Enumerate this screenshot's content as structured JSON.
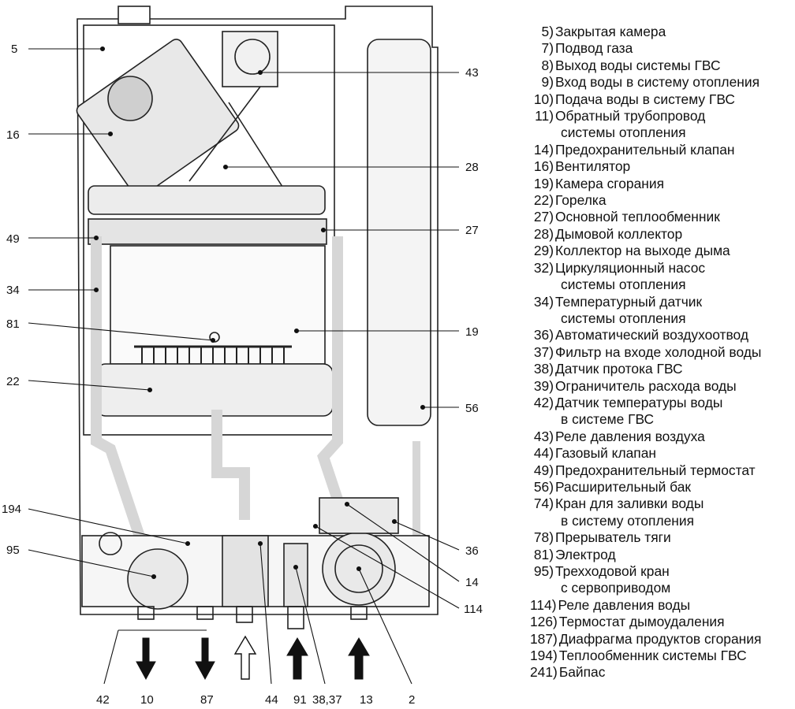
{
  "callouts_left": [
    "5",
    "16",
    "49",
    "34",
    "81",
    "22",
    "194",
    "95"
  ],
  "callouts_right": [
    "43",
    "28",
    "27",
    "19",
    "56",
    "36",
    "14",
    "114"
  ],
  "callouts_bottom": [
    "42",
    "10",
    "87",
    "44",
    "91",
    "38,37",
    "13",
    "2"
  ],
  "legend": [
    {
      "num": "5)",
      "text": "Закрытая камера"
    },
    {
      "num": "7)",
      "text": "Подвод газа"
    },
    {
      "num": "8)",
      "text": "Выход воды системы ГВС"
    },
    {
      "num": "9)",
      "text": "Вход воды в систему отопления"
    },
    {
      "num": "10)",
      "text": "Подача воды в систему ГВС"
    },
    {
      "num": "11)",
      "text": "Обратный трубопровод"
    },
    {
      "num": "",
      "text": "системы отопления"
    },
    {
      "num": "14)",
      "text": "Предохранительный клапан"
    },
    {
      "num": "16)",
      "text": "Вентилятор"
    },
    {
      "num": "19)",
      "text": "Камера сгорания"
    },
    {
      "num": "22)",
      "text": "Горелка"
    },
    {
      "num": "27)",
      "text": "Основной теплообменник"
    },
    {
      "num": "28)",
      "text": "Дымовой коллектор"
    },
    {
      "num": "29)",
      "text": "Коллектор на выходе дыма"
    },
    {
      "num": "32)",
      "text": "Циркуляционный насос"
    },
    {
      "num": "",
      "text": "системы отопления"
    },
    {
      "num": "34)",
      "text": "Температурный датчик"
    },
    {
      "num": "",
      "text": "системы отопления"
    },
    {
      "num": "36)",
      "text": "Автоматический воздухоотвод"
    },
    {
      "num": "37)",
      "text": "Фильтр на входе холодной воды"
    },
    {
      "num": "38)",
      "text": "Датчик протока ГВС"
    },
    {
      "num": "39)",
      "text": "Ограничитель расхода воды"
    },
    {
      "num": "42)",
      "text": "Датчик температуры воды"
    },
    {
      "num": "",
      "text": "в системе ГВС"
    },
    {
      "num": "43)",
      "text": "Реле давления воздуха"
    },
    {
      "num": "44)",
      "text": "Газовый клапан"
    },
    {
      "num": "49)",
      "text": "Предохранительный термостат"
    },
    {
      "num": "56)",
      "text": "Расширительный бак"
    },
    {
      "num": "74)",
      "text": "Кран для заливки воды"
    },
    {
      "num": "",
      "text": "в систему отопления"
    },
    {
      "num": "78)",
      "text": "Прерыватель тяги"
    },
    {
      "num": "81)",
      "text": "Электрод"
    },
    {
      "num": "95)",
      "text": "Трехходовой кран"
    },
    {
      "num": "",
      "text": "с сервоприводом"
    },
    {
      "num": "114)",
      "text": "Реле давления воды"
    },
    {
      "num": "126)",
      "text": "Термостат дымоудаления"
    },
    {
      "num": "187)",
      "text": "Диафрагма продуктов сгорания"
    },
    {
      "num": "194)",
      "text": "Теплообменник системы ГВС"
    },
    {
      "num": "241)",
      "text": "Байпас"
    }
  ]
}
